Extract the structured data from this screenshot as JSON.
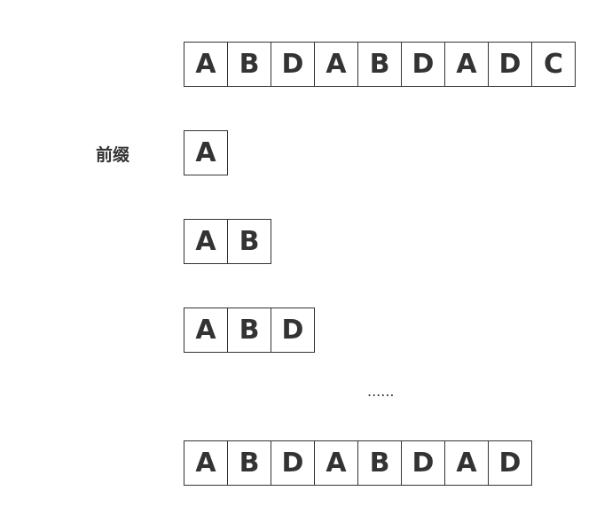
{
  "prefix_label": "前缀",
  "ellipsis": "......",
  "rows": [
    {
      "cells": [
        "A",
        "B",
        "D",
        "A",
        "B",
        "D",
        "A",
        "D",
        "C"
      ]
    },
    {
      "cells": [
        "A"
      ]
    },
    {
      "cells": [
        "A",
        "B"
      ]
    },
    {
      "cells": [
        "A",
        "B",
        "D"
      ]
    },
    {
      "cells": [
        "A",
        "B",
        "D",
        "A",
        "B",
        "D",
        "A",
        "D"
      ]
    }
  ]
}
